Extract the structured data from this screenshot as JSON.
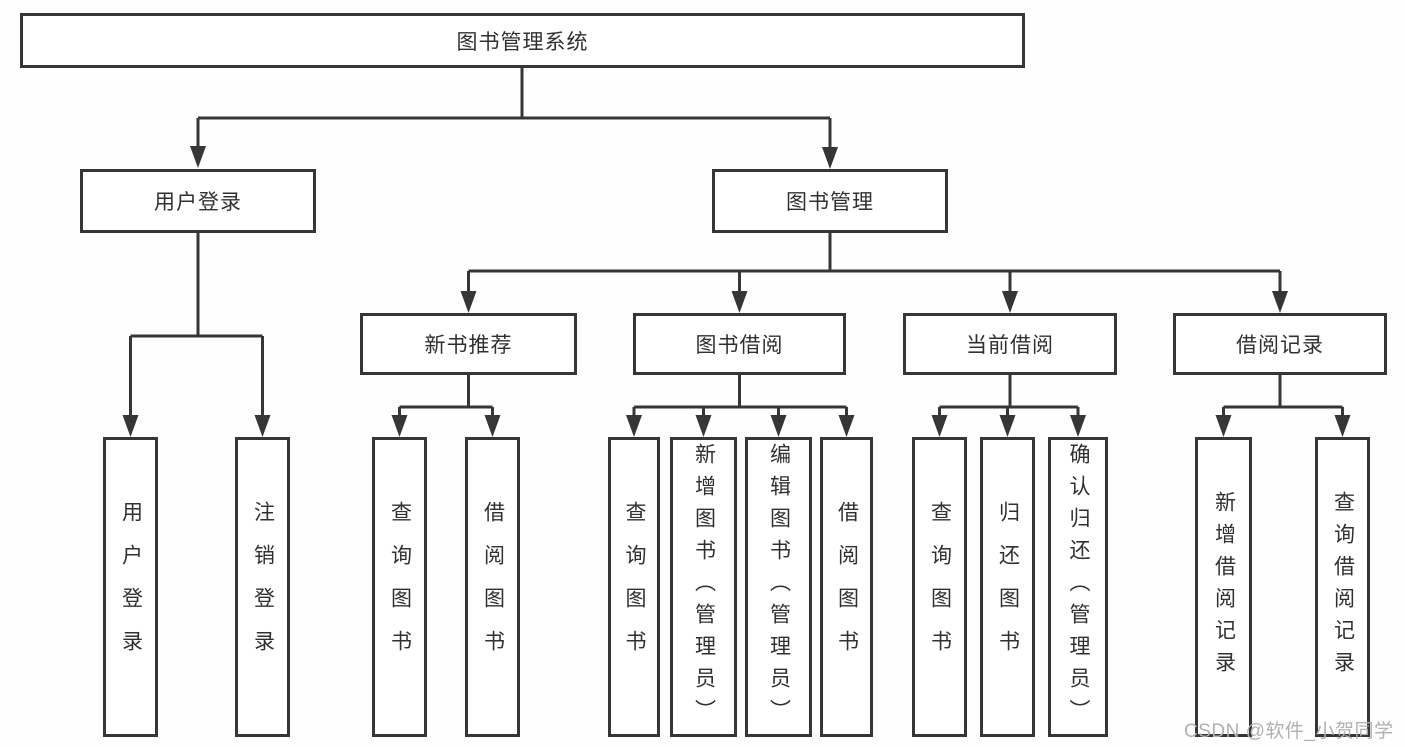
{
  "diagram": {
    "root": {
      "label": "图书管理系统"
    },
    "level1": [
      {
        "label": "用户登录"
      },
      {
        "label": "图书管理"
      }
    ],
    "level2": [
      {
        "label": "新书推荐"
      },
      {
        "label": "图书借阅"
      },
      {
        "label": "当前借阅"
      },
      {
        "label": "借阅记录"
      }
    ],
    "leaves": {
      "user_login": [
        {
          "label": "用户登录"
        },
        {
          "label": "注销登录"
        }
      ],
      "new_books": [
        {
          "label": "查询图书"
        },
        {
          "label": "借阅图书"
        }
      ],
      "book_borrowing": [
        {
          "label": "查询图书"
        },
        {
          "label": "新增图书（管理员）"
        },
        {
          "label": "编辑图书（管理员）"
        },
        {
          "label": "借阅图书"
        }
      ],
      "current_borrowing": [
        {
          "label": "查询图书"
        },
        {
          "label": "归还图书"
        },
        {
          "label": "确认归还（管理员）"
        }
      ],
      "borrowing_records": [
        {
          "label": "新增借阅记录"
        },
        {
          "label": "查询借阅记录"
        }
      ]
    }
  },
  "watermark": {
    "text": "CSDN @软件_小贺同学"
  },
  "colors": {
    "line": "#363636",
    "text": "#303030",
    "box_background": "#ffffff",
    "watermark": "#b0b0b0",
    "background": "#fefefe"
  }
}
